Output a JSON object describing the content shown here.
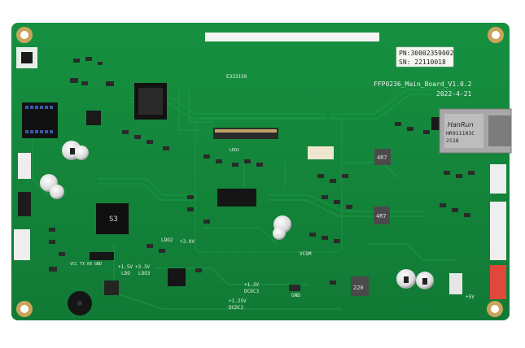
{
  "board": {
    "pn_label": "PN:30002359002",
    "sn_label": "SN: 22110018",
    "model": "FFP0236_Main_Board_V1.0.2",
    "date": "2022-4-21",
    "code": "E333150",
    "ethernet_brand": "HanRun",
    "ethernet_part": "HR911103C",
    "ethernet_lot": "2118",
    "chip_s3": "S3",
    "inductor_1": "4R7",
    "inductor_2": "4R7",
    "inductor_3": "220",
    "ldo2": "LDO2",
    "ldo2_v": "+3.0V",
    "ldo_15": "+1.5V",
    "ldo_33": "+3.3V",
    "ldo_15_name": "LDO",
    "ldo3": "LDO3",
    "dcdc3_v": "+1.2V",
    "dcdc3": "DCDC3",
    "dcdc2_v": "+1.25V",
    "dcdc2": "DCDC2",
    "gnd": "GND",
    "plus5v": "+5V",
    "vcom": "VCOM",
    "uart": "VCC TX RX GND",
    "led": "LED1"
  },
  "colors": {
    "pcb": "#13863a",
    "pcb_dark": "#0f6e2f",
    "trace": "#1a9a45",
    "silk": "#e8efe8",
    "red_connector": "#e0483b"
  }
}
